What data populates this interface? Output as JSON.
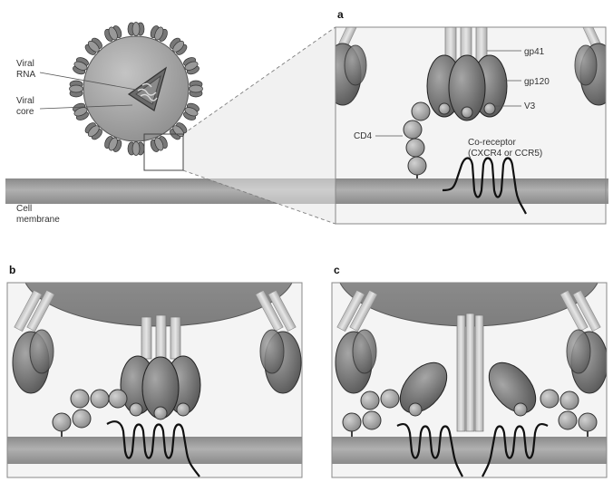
{
  "labels": {
    "viral_rna_line1": "Viral",
    "viral_rna_line2": "RNA",
    "viral_core_line1": "Viral",
    "viral_core_line2": "core",
    "cell_membrane_line1": "Cell",
    "cell_membrane_line2": "membrane",
    "gp41": "gp41",
    "gp120": "gp120",
    "v3": "V3",
    "cd4": "CD4",
    "coreceptor_line1": "Co-receptor",
    "coreceptor_line2": "(CXCR4 or CCR5)"
  },
  "panels": {
    "a": "a",
    "b": "b",
    "c": "c"
  },
  "colors": {
    "membrane": "#9a9a9a",
    "membrane_dark": "#7a7a7a",
    "virion": "#a9a9a9",
    "gp120": "#7d7d7d",
    "gp120_highlight": "#b3b3b3",
    "stalk": "#cfcfcf",
    "cd4": "#a4a4a4",
    "line": "#222222",
    "frame": "#6a6a6a"
  }
}
